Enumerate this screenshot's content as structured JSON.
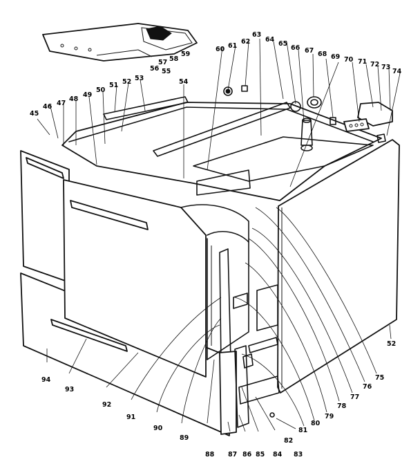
{
  "labels": {
    "l45": "45",
    "l46": "46",
    "l47": "47",
    "l48": "48",
    "l49": "49",
    "l50": "50",
    "l51": "51",
    "l52a": "52",
    "l53": "53",
    "l54": "54",
    "l55": "55",
    "l56": "56",
    "l57": "57",
    "l58": "58",
    "l59": "59",
    "l60": "60",
    "l61": "61",
    "l62": "62",
    "l63": "63",
    "l64": "64",
    "l65": "65",
    "l66": "66",
    "l67": "67",
    "l68": "68",
    "l69": "69",
    "l70": "70",
    "l71": "71",
    "l72": "72",
    "l73": "73",
    "l74": "74",
    "l75": "75",
    "l76": "76",
    "l77": "77",
    "l78": "78",
    "l79": "79",
    "l80": "80",
    "l81": "81",
    "l82": "82",
    "l52b": "52",
    "l83": "83",
    "l84": "84",
    "l85": "85",
    "l86": "86",
    "l87": "87",
    "l88": "88",
    "l89": "89",
    "l90": "90",
    "l91": "91",
    "l92": "92",
    "l93": "93",
    "l94": "94"
  }
}
